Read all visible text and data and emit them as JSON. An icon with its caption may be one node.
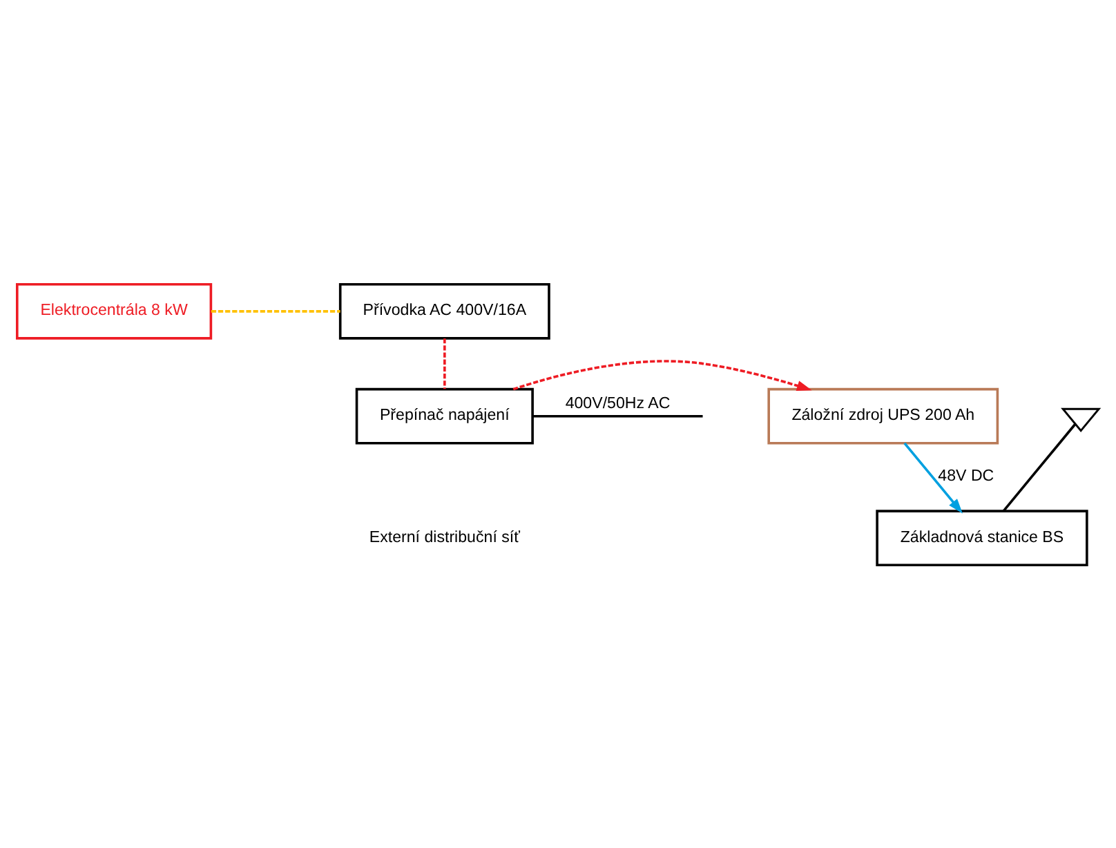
{
  "diagram": {
    "nodes": [
      {
        "text": [],
        "shape": "antenna"
      },
      {
        "text": [
          "Základnová stanice BS"
        ]
      },
      {
        "text": [
          "Záložní zdroj UPS 200 Ah"
        ]
      },
      {
        "text": [
          "Přepínač napájení"
        ]
      },
      {
        "text": [
          "Přívodka AC 400V/16A"
        ]
      },
      {
        "text": [
          "Elektrocentrála 8 kW"
        ]
      }
    ],
    "edges": [
      {
        "from": 0,
        "to": 1,
        "arrow": "none"
      },
      {
        "from": 2,
        "to": 1,
        "arrow": "to",
        "label": "48V DC",
        "color": "#00a0e0"
      },
      {
        "from": 3,
        "to": 2,
        "arrow": "to",
        "style": "dashed",
        "color": "#ee1c24"
      },
      {
        "from": 4,
        "to": 3,
        "arrow": "none",
        "style": "dashed",
        "color": "#ee1c24"
      },
      {
        "from": 5,
        "to": 4,
        "arrow": "none",
        "style": "dashed",
        "color": "#ffc000"
      },
      {
        "from": 3,
        "to": null,
        "arrow": "none",
        "label": "400V/50Hz AC"
      }
    ],
    "labels": [
      "Externí distribuční síť"
    ]
  }
}
